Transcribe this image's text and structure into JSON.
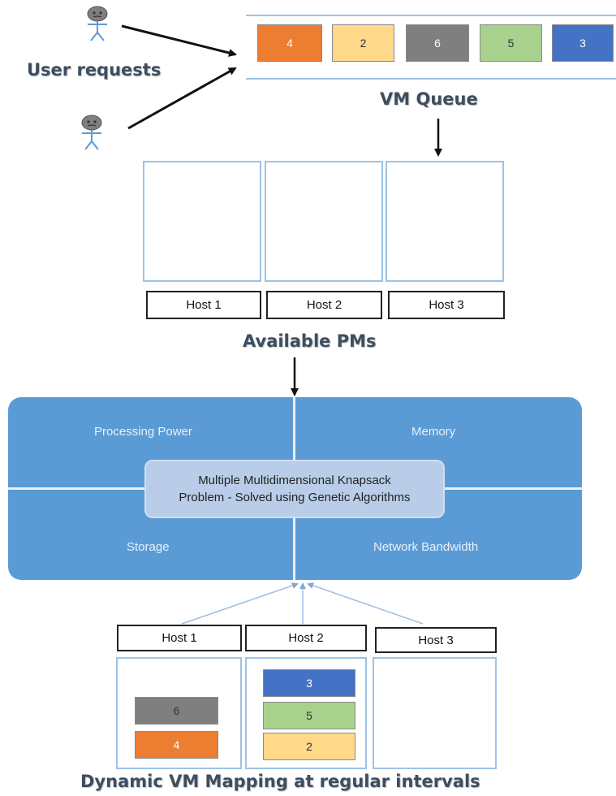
{
  "user_requests_label": "User requests",
  "vm_queue": {
    "title": "VM Queue",
    "items": [
      {
        "label": "4",
        "color": "#ed7d31",
        "text_color": "#ffffff"
      },
      {
        "label": "2",
        "color": "#ffd88a",
        "text_color": "#333333"
      },
      {
        "label": "6",
        "color": "#7f7f7f",
        "text_color": "#ffffff"
      },
      {
        "label": "5",
        "color": "#a9d18e",
        "text_color": "#333333"
      },
      {
        "label": "3",
        "color": "#4472c4",
        "text_color": "#ffffff"
      }
    ]
  },
  "available_pms": {
    "title": "Available PMs",
    "hosts": [
      "Host 1",
      "Host 2",
      "Host 3"
    ]
  },
  "resource_panel": {
    "processing_power": "Processing Power",
    "memory": "Memory",
    "storage": "Storage",
    "network_bandwidth": "Network Bandwidth",
    "center_line1": "Multiple Multidimensional Knapsack",
    "center_line2": "Problem - Solved using Genetic Algorithms",
    "color": "#5b9bd5"
  },
  "mapping": {
    "title": "Dynamic VM Mapping at regular intervals",
    "hosts": [
      "Host 1",
      "Host 2",
      "Host 3"
    ],
    "host1_vms": [
      {
        "label": "6",
        "color": "#7f7f7f",
        "text_color": "#333333"
      },
      {
        "label": "4",
        "color": "#ed7d31",
        "text_color": "#ffffff"
      }
    ],
    "host2_vms": [
      {
        "label": "3",
        "color": "#4472c4",
        "text_color": "#ffffff"
      },
      {
        "label": "5",
        "color": "#a9d18e",
        "text_color": "#333333"
      },
      {
        "label": "2",
        "color": "#ffd88a",
        "text_color": "#333333"
      }
    ]
  }
}
